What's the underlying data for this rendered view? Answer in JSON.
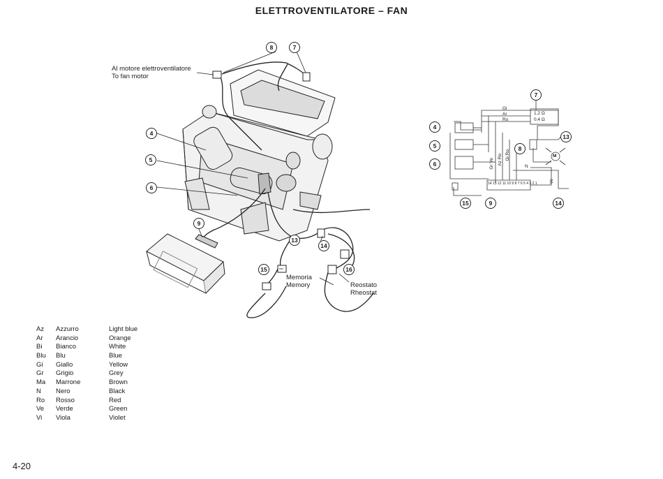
{
  "title": "ELETTROVENTILATORE – FAN",
  "motor_label": {
    "it": "Al motore elettroventilatore",
    "en": "To fan motor"
  },
  "memory_label": {
    "it": "Memoria",
    "en": "Memory"
  },
  "rheostat_label": {
    "it": "Reostato",
    "en": "Rheostat"
  },
  "callouts": {
    "n4": "4",
    "n5": "5",
    "n6": "6",
    "n7": "7",
    "n8": "8",
    "n9": "9",
    "n13": "13",
    "n14": "14",
    "n15": "15",
    "n16": "16"
  },
  "schematic": {
    "callouts": {
      "n7": "7",
      "n4": "4",
      "n5": "5",
      "n6": "6",
      "n8": "8",
      "n13": "13",
      "n15": "15",
      "n9": "9",
      "n14": "14"
    },
    "wires": {
      "gi": "Gi",
      "ar": "Ar",
      "ro": "Ro",
      "n": "N",
      "ve": "Ve",
      "gr_ve": "Gr Ve",
      "az_ro": "Az Ro",
      "gi_ro": "Gi Ro"
    },
    "resistors": {
      "r1": "1.2 Ω",
      "r2": "0.4 Ω"
    },
    "motor": "M",
    "connector_pins": "14 13 12 11 10 9 8 7 6 5 4 3 2 1"
  },
  "legend": [
    {
      "code": "Az",
      "it": "Azzurro",
      "en": "Light blue"
    },
    {
      "code": "Ar",
      "it": "Arancio",
      "en": "Orange"
    },
    {
      "code": "Bi",
      "it": "Bianco",
      "en": "White"
    },
    {
      "code": "Blu",
      "it": "Blu",
      "en": "Blue"
    },
    {
      "code": "Gi",
      "it": "Giallo",
      "en": "Yellow"
    },
    {
      "code": "Gr",
      "it": "Grigio",
      "en": "Grey"
    },
    {
      "code": "Ma",
      "it": "Marrone",
      "en": "Brown"
    },
    {
      "code": "N",
      "it": "Nero",
      "en": "Black"
    },
    {
      "code": "Ro",
      "it": "Rosso",
      "en": "Red"
    },
    {
      "code": "Ve",
      "it": "Verde",
      "en": "Green"
    },
    {
      "code": "Vi",
      "it": "Viola",
      "en": "Violet"
    }
  ],
  "page_number": "4-20"
}
